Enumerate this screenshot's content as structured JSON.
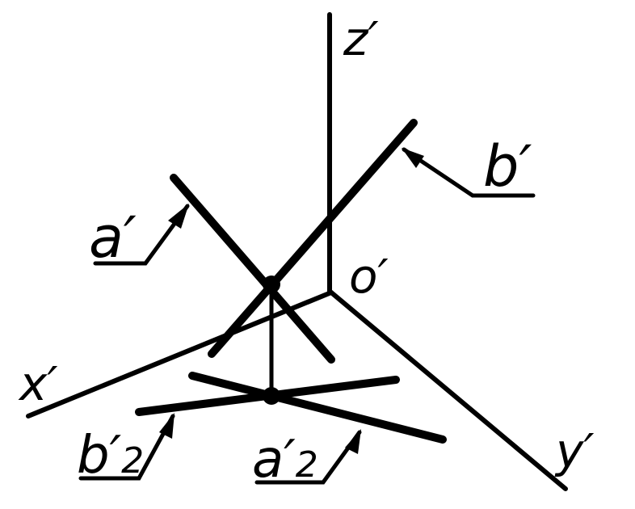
{
  "labels": {
    "z_axis": "z",
    "x_axis": "x",
    "y_axis": "y",
    "origin": "o",
    "line_a": "a",
    "line_b": "b",
    "proj_a2": "a",
    "proj_b2": "b",
    "prime": "′",
    "subscript": "2"
  },
  "colors": {
    "ink": "#000000",
    "background": "#ffffff"
  }
}
